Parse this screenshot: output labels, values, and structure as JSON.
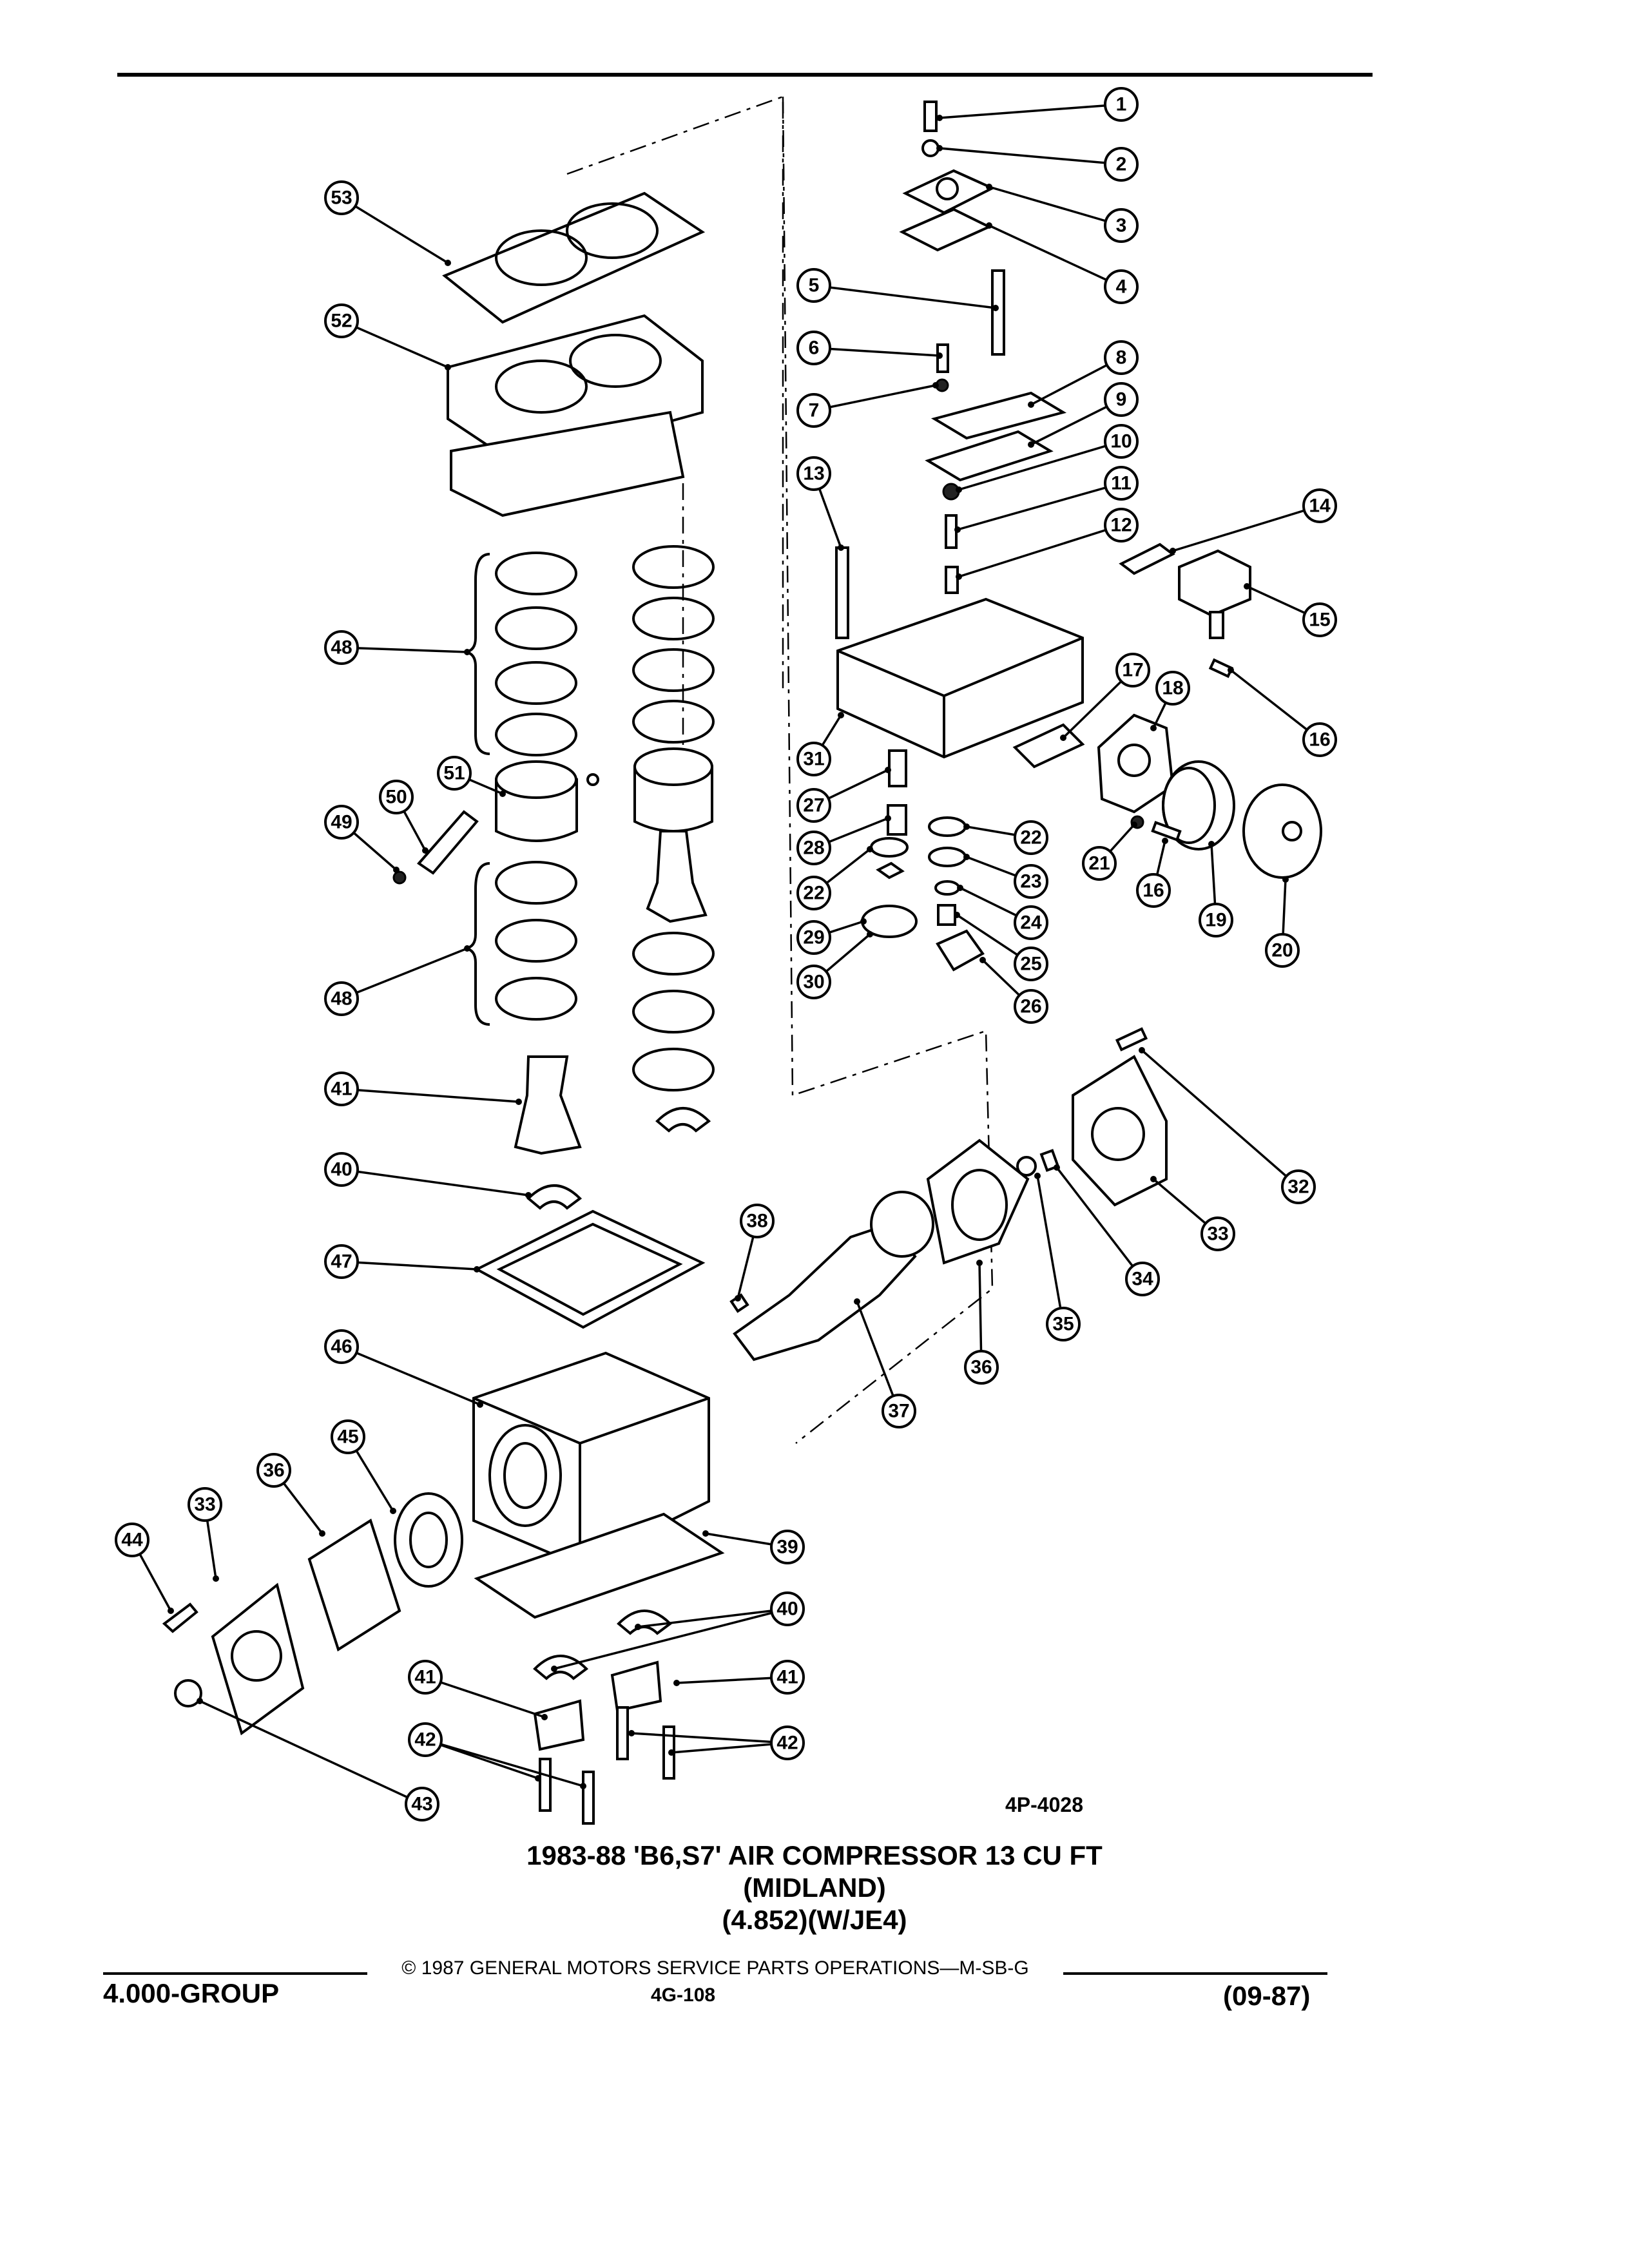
{
  "figure": {
    "id": "4P-4028",
    "title_lines": [
      "1983-88 'B6,S7' AIR COMPRESSOR 13 CU FT",
      "(MIDLAND)",
      "(4.852)(W/JE4)"
    ]
  },
  "footer": {
    "copyright": "© 1987 GENERAL MOTORS SERVICE PARTS OPERATIONS—M-SB-G",
    "group": "4.000-GROUP",
    "page": "4G-108",
    "date": "(09-87)"
  },
  "callouts": [
    {
      "label": "1"
    },
    {
      "label": "2"
    },
    {
      "label": "3"
    },
    {
      "label": "4"
    },
    {
      "label": "5"
    },
    {
      "label": "6"
    },
    {
      "label": "7"
    },
    {
      "label": "8"
    },
    {
      "label": "9"
    },
    {
      "label": "10"
    },
    {
      "label": "11"
    },
    {
      "label": "12"
    },
    {
      "label": "13"
    },
    {
      "label": "14"
    },
    {
      "label": "15"
    },
    {
      "label": "16"
    },
    {
      "label": "17"
    },
    {
      "label": "18"
    },
    {
      "label": "31"
    },
    {
      "label": "27"
    },
    {
      "label": "28"
    },
    {
      "label": "22"
    },
    {
      "label": "22"
    },
    {
      "label": "23"
    },
    {
      "label": "24"
    },
    {
      "label": "29"
    },
    {
      "label": "25"
    },
    {
      "label": "30"
    },
    {
      "label": "26"
    },
    {
      "label": "21"
    },
    {
      "label": "16"
    },
    {
      "label": "19"
    },
    {
      "label": "20"
    },
    {
      "label": "53"
    },
    {
      "label": "52"
    },
    {
      "label": "48"
    },
    {
      "label": "51"
    },
    {
      "label": "50"
    },
    {
      "label": "49"
    },
    {
      "label": "48"
    },
    {
      "label": "41"
    },
    {
      "label": "40"
    },
    {
      "label": "47"
    },
    {
      "label": "38"
    },
    {
      "label": "46"
    },
    {
      "label": "37"
    },
    {
      "label": "36"
    },
    {
      "label": "35"
    },
    {
      "label": "34"
    },
    {
      "label": "33"
    },
    {
      "label": "32"
    },
    {
      "label": "45"
    },
    {
      "label": "36"
    },
    {
      "label": "33"
    },
    {
      "label": "44"
    },
    {
      "label": "39"
    },
    {
      "label": "40"
    },
    {
      "label": "41"
    },
    {
      "label": "41"
    },
    {
      "label": "42"
    },
    {
      "label": "42"
    },
    {
      "label": "43"
    }
  ]
}
